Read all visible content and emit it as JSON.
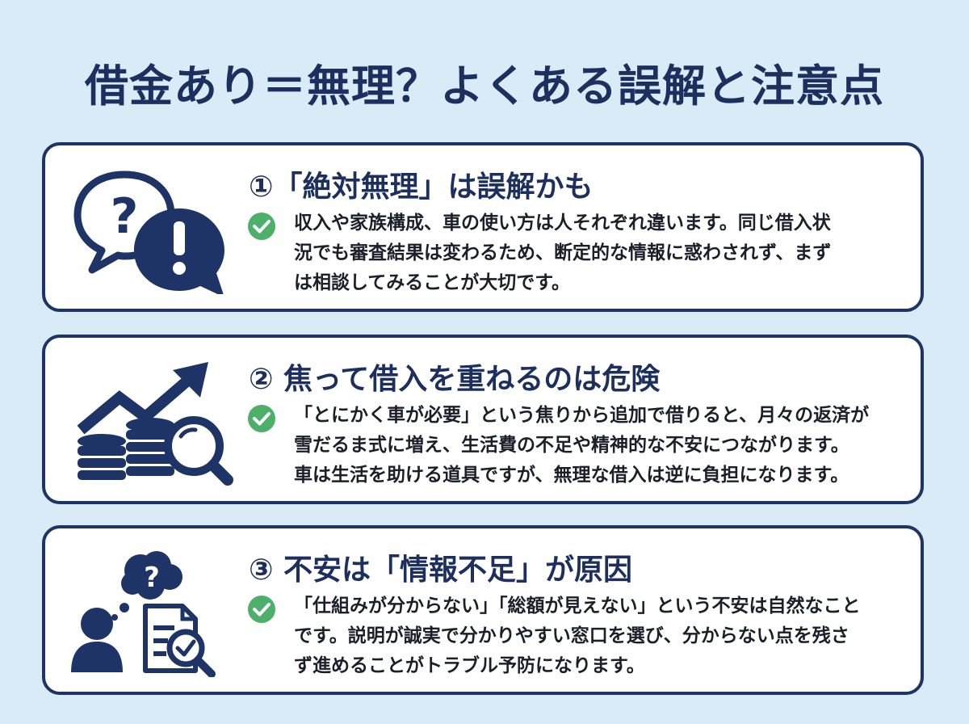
{
  "title": "借金あり＝無理？よくある誤解と注意点",
  "colors": {
    "navy": "#1e3366",
    "check_green": "#4caf6a",
    "background": "#d9ebf7"
  },
  "cards": [
    {
      "icon": "question-exclamation-speech-bubbles-icon",
      "heading": "①「絶対無理」は誤解かも",
      "lines": [
        "収入や家族構成、車の使い方は人それぞれ違います。同じ借入状",
        "況でも審査結果は変わるため、断定的な情報に惑わされず、まず",
        "は相談してみることが大切です。"
      ]
    },
    {
      "icon": "rising-arrow-coins-magnifier-icon",
      "heading": "② 焦って借入を重ねるのは危険",
      "lines": [
        "「とにかく車が必要」という焦りから追加で借りると、月々の返済が",
        "雪だるま式に増え、生活費の不足や精神的な不安につながります。",
        "車は生活を助ける道具ですが、無理な借入は逆に負担になります。"
      ]
    },
    {
      "icon": "person-question-document-check-icon",
      "heading": "③ 不安は「情報不足」が原因",
      "lines": [
        "「仕組みが分からない」「総額が見えない」という不安は自然なこと",
        "です。説明が誠実で分かりやすい窓口を選び、分からない点を残さ",
        "ず進めることがトラブル予防になります。"
      ]
    }
  ]
}
